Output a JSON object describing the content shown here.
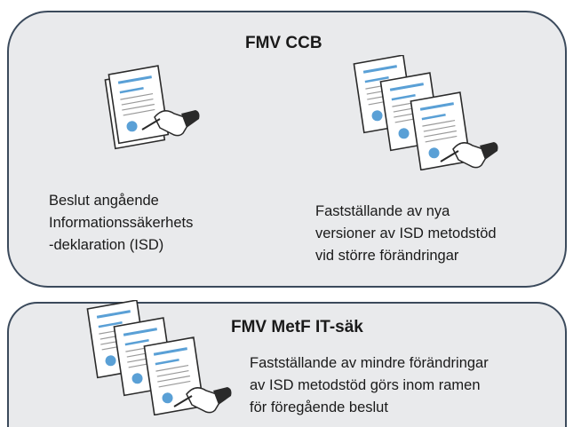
{
  "panels": [
    {
      "title": "FMV CCB",
      "left_text": [
        "Beslut angående",
        "Informationssäkerhets",
        "-deklaration (ISD)"
      ],
      "right_text": [
        "Fastställande av nya",
        "versioner av ISD metodstöd",
        "vid större förändringar"
      ]
    },
    {
      "title": "FMV MetF IT-säk",
      "text": [
        "Fastställande av mindre förändringar",
        "av ISD metodstöd görs inom ramen",
        "för föregående beslut"
      ]
    }
  ],
  "icons": [
    "signed-document-icon",
    "document-stack-signing-icon"
  ],
  "colors": {
    "panel_fill": "#e9eaec",
    "panel_border": "#3b4a5c",
    "doc_line": "#5aa0d6"
  }
}
